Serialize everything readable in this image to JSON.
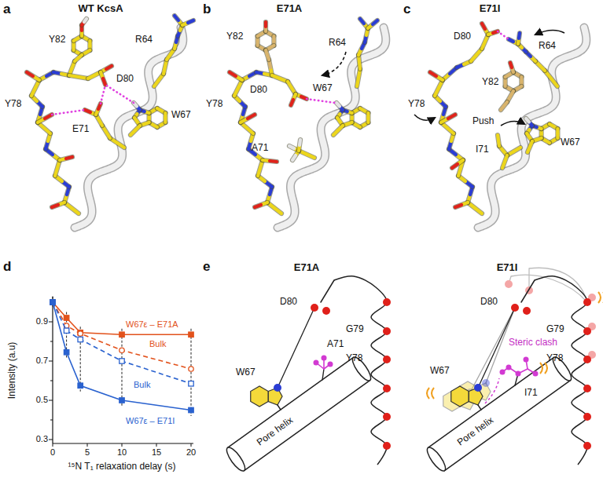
{
  "diagram": {
    "labels": [
      "a",
      "WT KcsA",
      "Y82",
      "R64",
      "D80",
      "Y78",
      "E71",
      "W67",
      "b",
      "E71A",
      "Y82",
      "R64",
      "D80",
      "W67",
      "Y78",
      "A71",
      "c",
      "E71I",
      "D80",
      "R64",
      "Y78",
      "Y82",
      "Push",
      "I71",
      "W67",
      "d",
      "Intensity (a.u)",
      "0.9",
      "0.7",
      "0.5",
      "0.3",
      "0",
      "5",
      "10",
      "15",
      "20",
      "¹⁵N T₁ relaxation delay (s)",
      "W67ε – E71A",
      "Bulk",
      "Bulk",
      "W67ε – E71I",
      "e",
      "E71A",
      "D80",
      "W67",
      "G79",
      "Y78",
      "A71",
      "Pore helix",
      "E71I",
      "W67",
      "D80",
      "G79",
      "Y78",
      "Steric clash",
      "I71",
      "Pore helix"
    ]
  }
}
